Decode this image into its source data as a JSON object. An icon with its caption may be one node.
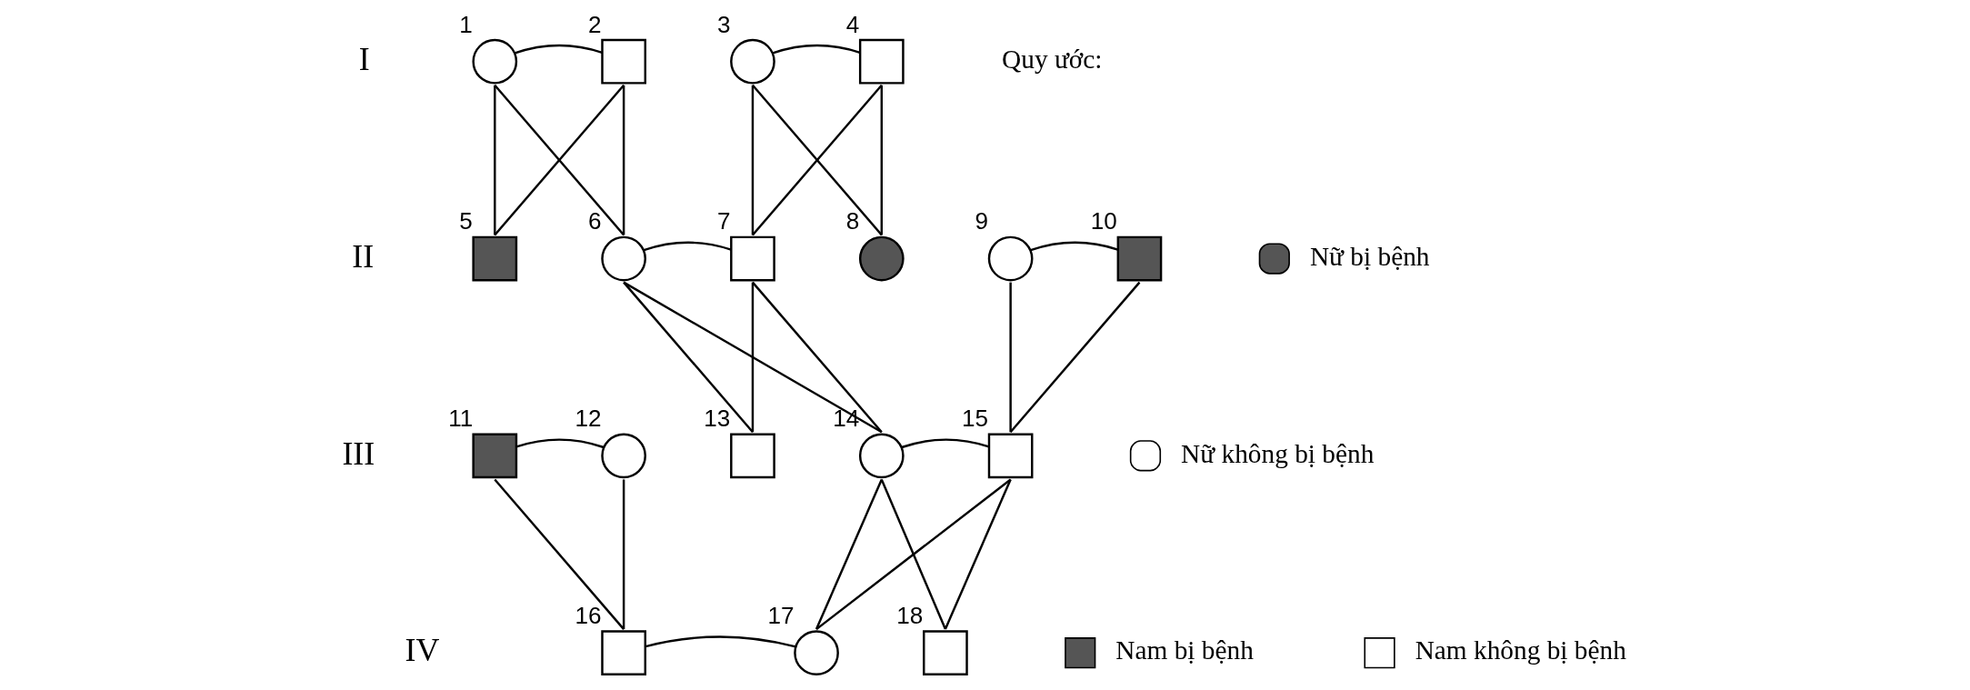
{
  "diagram": {
    "nodes": [
      {
        "text": [],
        "shape": "circle",
        "beside": [
          "1"
        ]
      },
      {
        "text": [],
        "shape": "box",
        "beside": [
          "2"
        ]
      },
      {
        "text": [],
        "shape": "circle",
        "beside": [
          "3"
        ]
      },
      {
        "text": [],
        "shape": "box",
        "beside": [
          "4"
        ]
      },
      {
        "text": [],
        "shape": "box",
        "beside": [
          "5"
        ]
      },
      {
        "text": [],
        "shape": "circle",
        "beside": [
          "6"
        ]
      },
      {
        "text": [],
        "shape": "box",
        "beside": [
          "7"
        ]
      },
      {
        "text": [],
        "shape": "circle",
        "beside": [
          "8"
        ]
      },
      {
        "text": [],
        "shape": "circle",
        "beside": [
          "9"
        ]
      },
      {
        "text": [],
        "shape": "box",
        "beside": [
          "10"
        ]
      },
      {
        "text": [],
        "shape": "box",
        "beside": [
          "11"
        ]
      },
      {
        "text": [],
        "shape": "circle",
        "beside": [
          "12"
        ]
      },
      {
        "text": [],
        "shape": "box",
        "beside": [
          "13"
        ]
      },
      {
        "text": [],
        "shape": "circle",
        "beside": [
          "14"
        ]
      },
      {
        "text": [],
        "shape": "box",
        "beside": [
          "15"
        ]
      },
      {
        "text": [],
        "shape": "box",
        "beside": [
          "16"
        ]
      },
      {
        "text": [],
        "shape": "circle",
        "beside": [
          "17"
        ]
      },
      {
        "text": [],
        "shape": "box",
        "beside": [
          "18"
        ]
      }
    ],
    "edges": [
      {
        "from": 0,
        "to": 1,
        "arrow": "none"
      },
      {
        "from": 2,
        "to": 3,
        "arrow": "none"
      },
      {
        "from": 0,
        "to": 4,
        "arrow": "none"
      },
      {
        "from": 1,
        "to": 4,
        "arrow": "none"
      },
      {
        "from": 0,
        "to": 5,
        "arrow": "none"
      },
      {
        "from": 1,
        "to": 5,
        "arrow": "none"
      },
      {
        "from": 2,
        "to": 6,
        "arrow": "none"
      },
      {
        "from": 3,
        "to": 6,
        "arrow": "none"
      },
      {
        "from": 2,
        "to": 7,
        "arrow": "none"
      },
      {
        "from": 3,
        "to": 7,
        "arrow": "none"
      },
      {
        "from": 5,
        "to": 6,
        "arrow": "none"
      },
      {
        "from": 8,
        "to": 9,
        "arrow": "none"
      },
      {
        "from": 5,
        "to": 12,
        "arrow": "none"
      },
      {
        "from": 6,
        "to": 12,
        "arrow": "none"
      },
      {
        "from": 5,
        "to": 13,
        "arrow": "none"
      },
      {
        "from": 6,
        "to": 13,
        "arrow": "none"
      },
      {
        "from": 8,
        "to": 14,
        "arrow": "none"
      },
      {
        "from": 9,
        "to": 14,
        "arrow": "none"
      },
      {
        "from": 10,
        "to": 11,
        "arrow": "none"
      },
      {
        "from": 13,
        "to": 14,
        "arrow": "none"
      },
      {
        "from": 10,
        "to": 15,
        "arrow": "none"
      },
      {
        "from": 11,
        "to": 15,
        "arrow": "none"
      },
      {
        "from": 13,
        "to": 16,
        "arrow": "none"
      },
      {
        "from": 14,
        "to": 16,
        "arrow": "none"
      },
      {
        "from": 13,
        "to": 17,
        "arrow": "none"
      },
      {
        "from": 14,
        "to": 17,
        "arrow": "none"
      },
      {
        "from": 15,
        "to": 16,
        "arrow": "none"
      }
    ],
    "labels": [
      "I",
      "II",
      "III",
      "IV",
      "Quy ước:"
    ],
    "legend": [
      {
        "text": "Nữ bị bệnh"
      },
      {
        "text": "Nữ không bị bệnh"
      },
      {
        "text": "Nam bị bệnh"
      },
      {
        "text": "Nam không bị bệnh"
      }
    ]
  }
}
